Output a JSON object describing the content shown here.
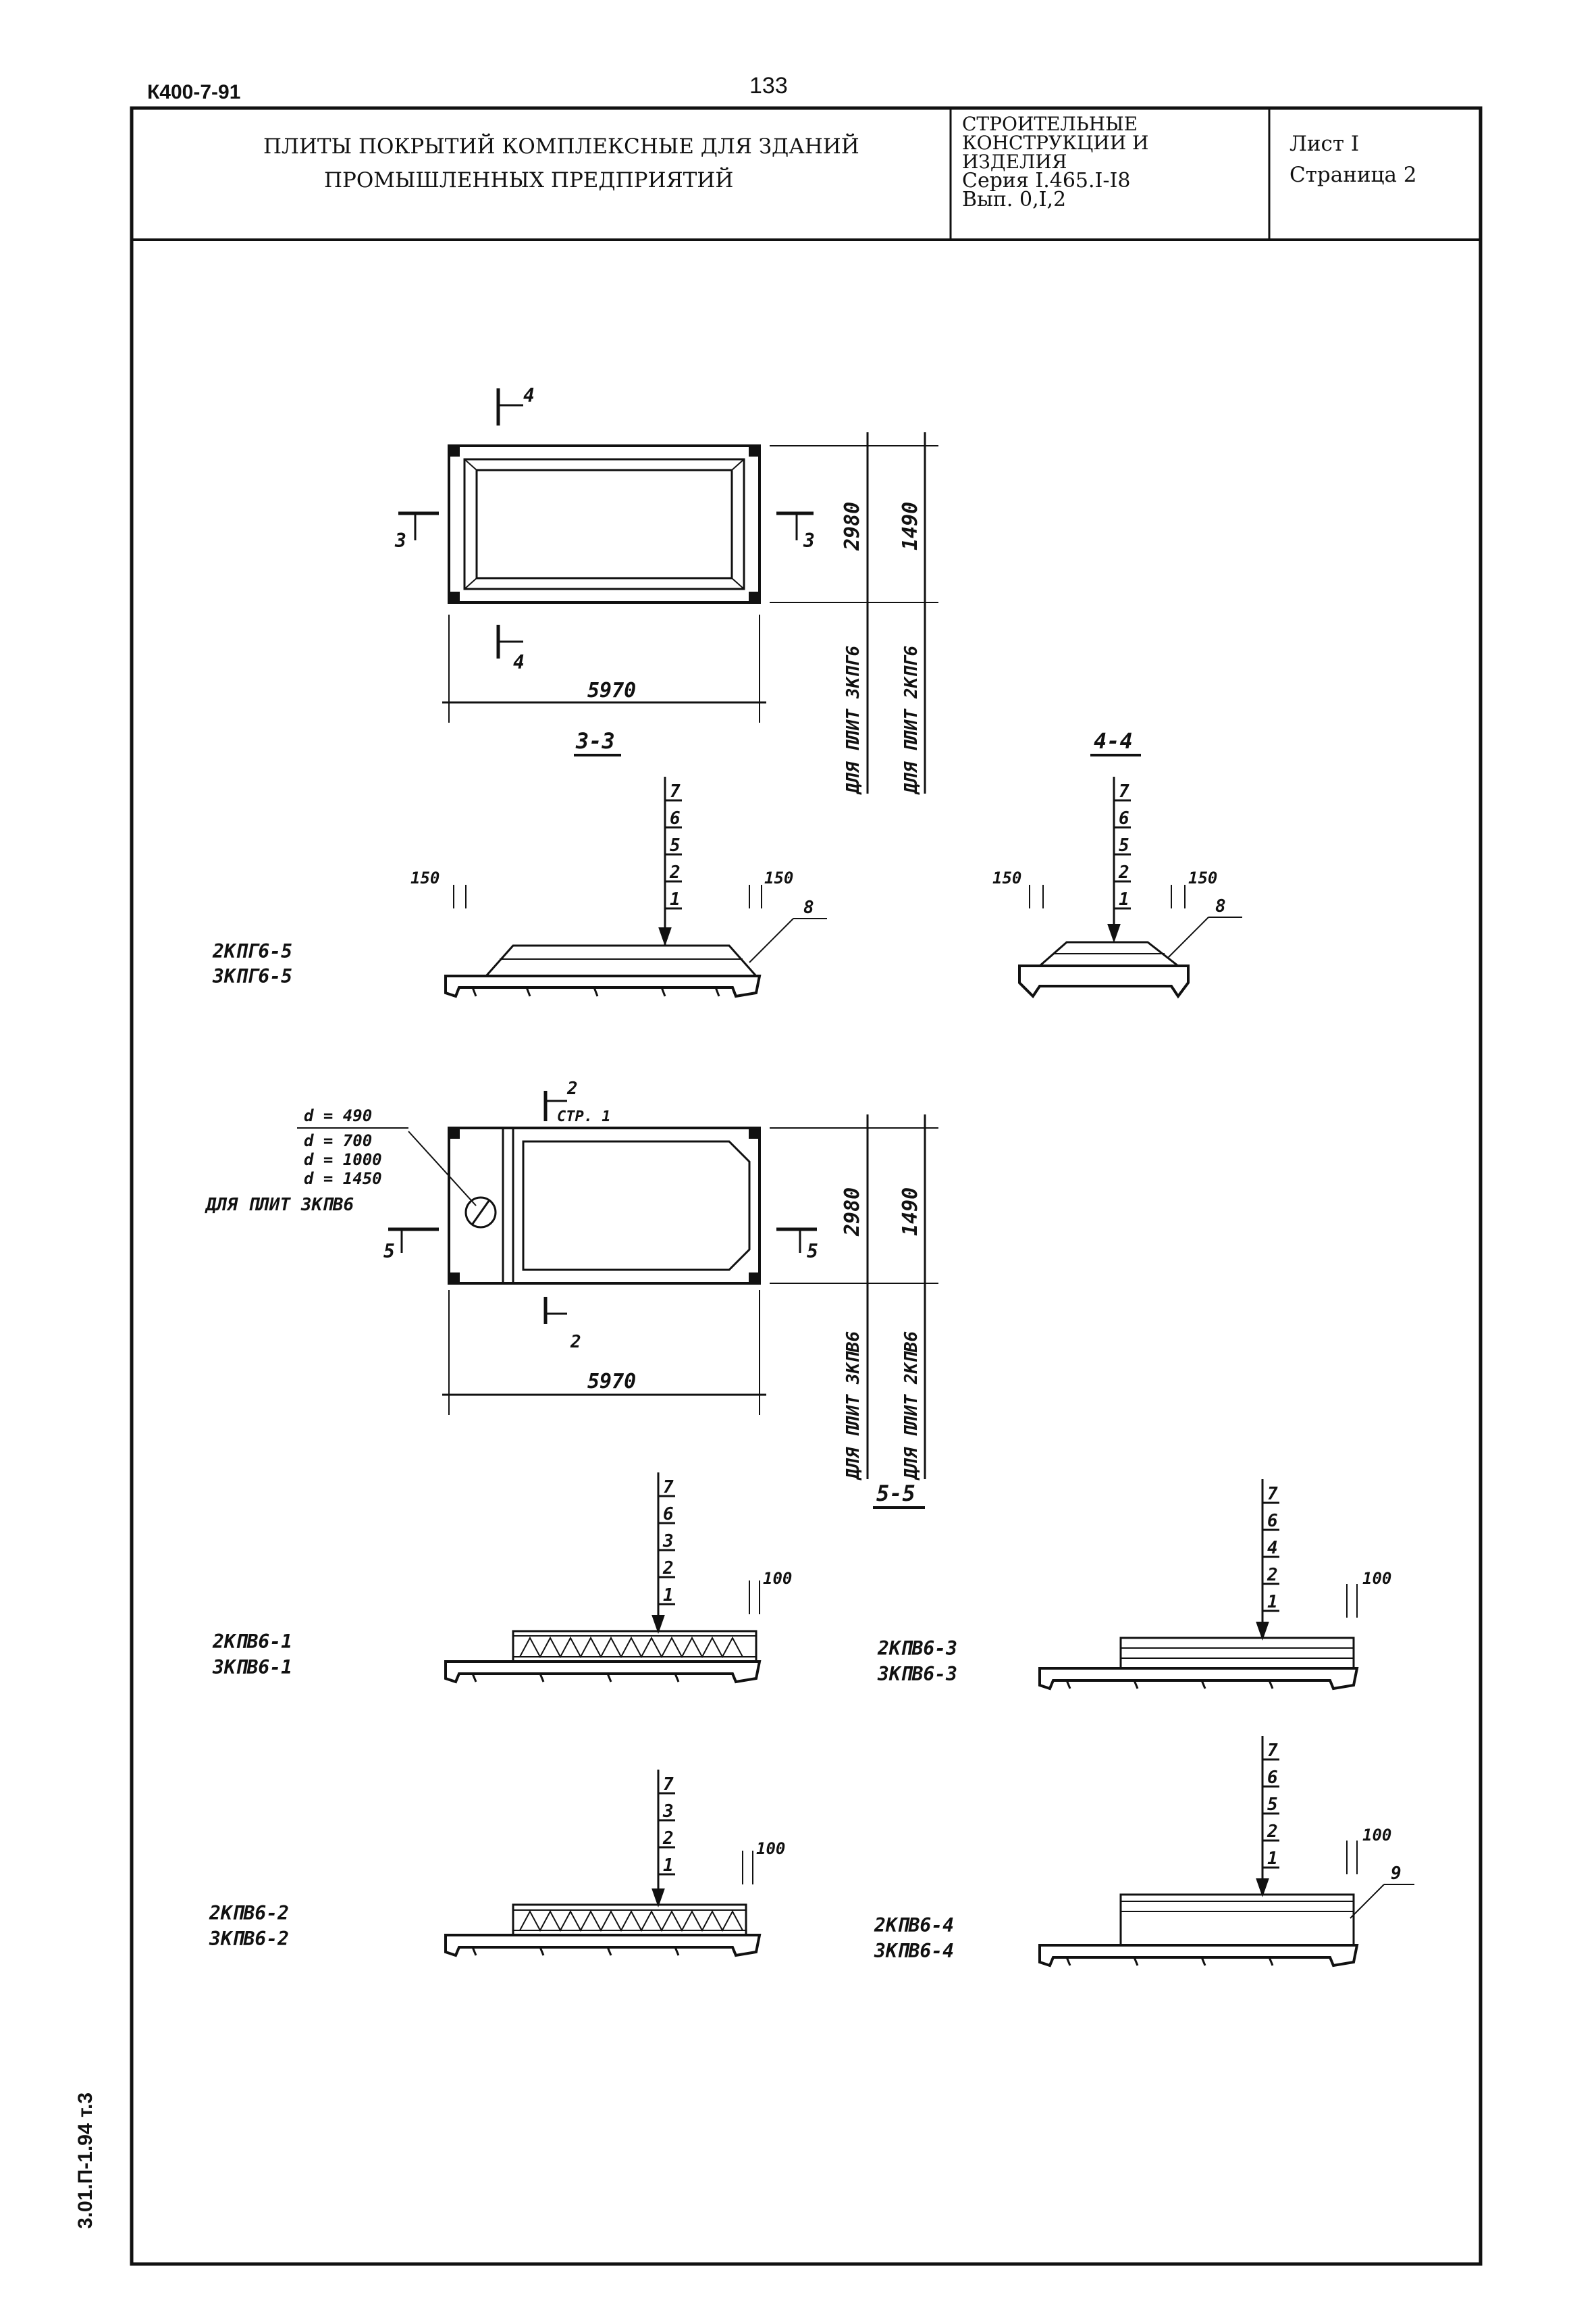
{
  "header": {
    "doc_code": "К400-7-91",
    "page_number": "133"
  },
  "title_block": {
    "main_title_line1": "ПЛИТЫ ПОКРЫТИЙ КОМПЛЕКСНЫЕ ДЛЯ ЗДАНИЙ",
    "main_title_line2": "ПРОМЫШЛЕННЫХ ПРЕДПРИЯТИЙ",
    "category_line1": "СТРОИТЕЛЬНЫЕ",
    "category_line2": "КОНСТРУКЦИИ И",
    "category_line3": "ИЗДЕЛИЯ",
    "series": "Серия I.465.I-I8",
    "issue": "Вып. 0,I,2",
    "sheet": "Лист I",
    "page": "Страница 2"
  },
  "side_code": "3.01.П-1.94 т.3",
  "plan_top": {
    "width": "5970",
    "height_outer": "2980",
    "height_inner": "1490",
    "dim_label_left": "ДЛЯ ПЛИТ ЗКПГ6",
    "dim_label_right": "ДЛЯ ПЛИТ 2КПГ6",
    "cut_4": "4",
    "cut_3": "3"
  },
  "section_3_3": {
    "title": "3-3",
    "layers": [
      "7",
      "6",
      "5",
      "2",
      "1"
    ],
    "edge_left": "150",
    "edge_right": "150",
    "callout": "8",
    "marks": [
      "2КПГ6-5",
      "3КПГ6-5"
    ]
  },
  "section_4_4": {
    "title": "4-4",
    "layers": [
      "7",
      "6",
      "5",
      "2",
      "1"
    ],
    "edge_left": "150",
    "edge_right": "150",
    "callout": "8"
  },
  "plan_bottom": {
    "width": "5970",
    "height_outer": "2980",
    "height_inner": "1490",
    "dim_label_left": "ДЛЯ ПЛИТ ЗКПВ6",
    "dim_label_right": "ДЛЯ ПЛИТ 2КПВ6",
    "cut_2": "2",
    "cut_2_ref": "СТР. 1",
    "cut_5": "5",
    "diameters": [
      "d = 490",
      "d = 700",
      "d = 1000",
      "d = 1450"
    ],
    "opening_label": "ДЛЯ ПЛИТ ЗКПВ6"
  },
  "section_5_5": {
    "title": "5-5",
    "variants": [
      {
        "marks": [
          "2КПВ6-1",
          "3КПВ6-1"
        ],
        "layers": [
          "7",
          "6",
          "3",
          "2",
          "1"
        ],
        "edge": "100"
      },
      {
        "marks": [
          "2КПВ6-3",
          "3КПВ6-3"
        ],
        "layers": [
          "7",
          "6",
          "4",
          "2",
          "1"
        ],
        "edge": "100"
      },
      {
        "marks": [
          "2КПВ6-2",
          "3КПВ6-2"
        ],
        "layers": [
          "7",
          "3",
          "2",
          "1"
        ],
        "edge": "100"
      },
      {
        "marks": [
          "2КПВ6-4",
          "3КПВ6-4"
        ],
        "layers": [
          "7",
          "6",
          "5",
          "2",
          "1"
        ],
        "edge": "100",
        "callout": "9"
      }
    ]
  }
}
